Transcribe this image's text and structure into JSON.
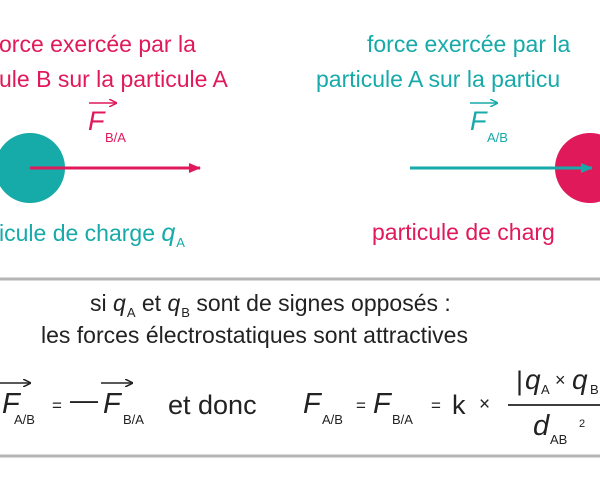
{
  "colors": {
    "pink": "#e0195a",
    "teal": "#16aaa9",
    "dark": "#222222",
    "rule": "#b5b5b5"
  },
  "left": {
    "force_line1": "orce exercée par la",
    "force_line2": "ule B sur la particule A",
    "vector_letter": "F",
    "vector_sub": "B/A",
    "charge_text": "icule de charge",
    "charge_var": "q",
    "charge_sub": "A"
  },
  "right": {
    "force_line1": "force exercée par la",
    "force_line2": "particule A sur la particu",
    "vector_letter": "F",
    "vector_sub": "A/B",
    "charge_text": "particule de charg"
  },
  "condition": {
    "si": "si",
    "q": "q",
    "sub_a": "A",
    "et": "et",
    "sub_b": "B",
    "rest": "sont de signes opposés :",
    "line2": "les forces électrostatiques sont attractives"
  },
  "formula": {
    "F": "F",
    "sub_ab": "A/B",
    "sub_ba": "B/A",
    "eq": "=",
    "minus": "—",
    "et_donc": "et donc",
    "k": "k",
    "times": "×",
    "abs_bar": "|",
    "q": "q",
    "sub_a": "A",
    "sub_b": "B",
    "d": "d",
    "d_sub": "AB",
    "d_exp": "2"
  }
}
